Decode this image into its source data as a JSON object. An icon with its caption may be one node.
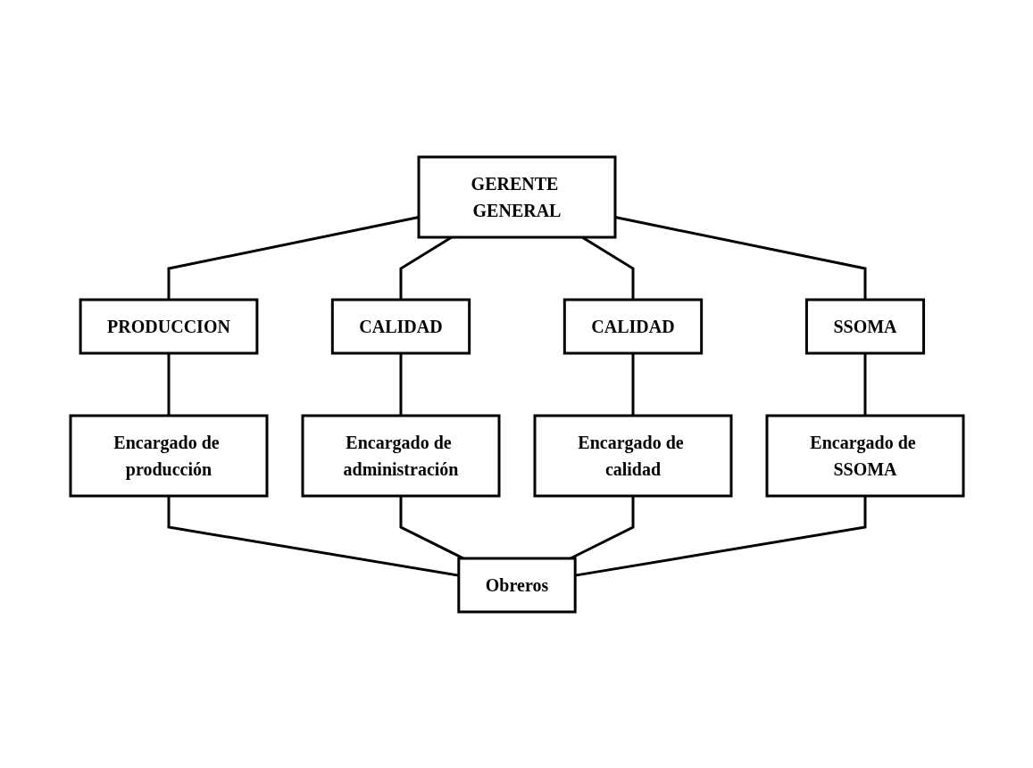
{
  "diagram": {
    "nodes": [
      {
        "text": [
          "GERENTE GENERAL"
        ]
      },
      {
        "text": [
          "PRODUCCION"
        ]
      },
      {
        "text": [
          "CALIDAD"
        ]
      },
      {
        "text": [
          "CALIDAD"
        ]
      },
      {
        "text": [
          "SSOMA"
        ]
      },
      {
        "text": [
          "Encargado de producción"
        ]
      },
      {
        "text": [
          "Encargado de administración"
        ]
      },
      {
        "text": [
          "Encargado de calidad"
        ]
      },
      {
        "text": [
          "Encargado de SSOMA"
        ]
      },
      {
        "text": [
          "Obreros"
        ]
      }
    ],
    "edges": [
      {
        "from": 0,
        "to": 1,
        "arrow": "none"
      },
      {
        "from": 0,
        "to": 2,
        "arrow": "none"
      },
      {
        "from": 0,
        "to": 3,
        "arrow": "none"
      },
      {
        "from": 0,
        "to": 4,
        "arrow": "none"
      },
      {
        "from": 1,
        "to": 5,
        "arrow": "none"
      },
      {
        "from": 2,
        "to": 6,
        "arrow": "none"
      },
      {
        "from": 3,
        "to": 7,
        "arrow": "none"
      },
      {
        "from": 4,
        "to": 8,
        "arrow": "none"
      },
      {
        "from": 5,
        "to": 9,
        "arrow": "none"
      },
      {
        "from": 6,
        "to": 9,
        "arrow": "none"
      },
      {
        "from": 7,
        "to": 9,
        "arrow": "none"
      },
      {
        "from": 8,
        "to": 9,
        "arrow": "none"
      }
    ]
  }
}
